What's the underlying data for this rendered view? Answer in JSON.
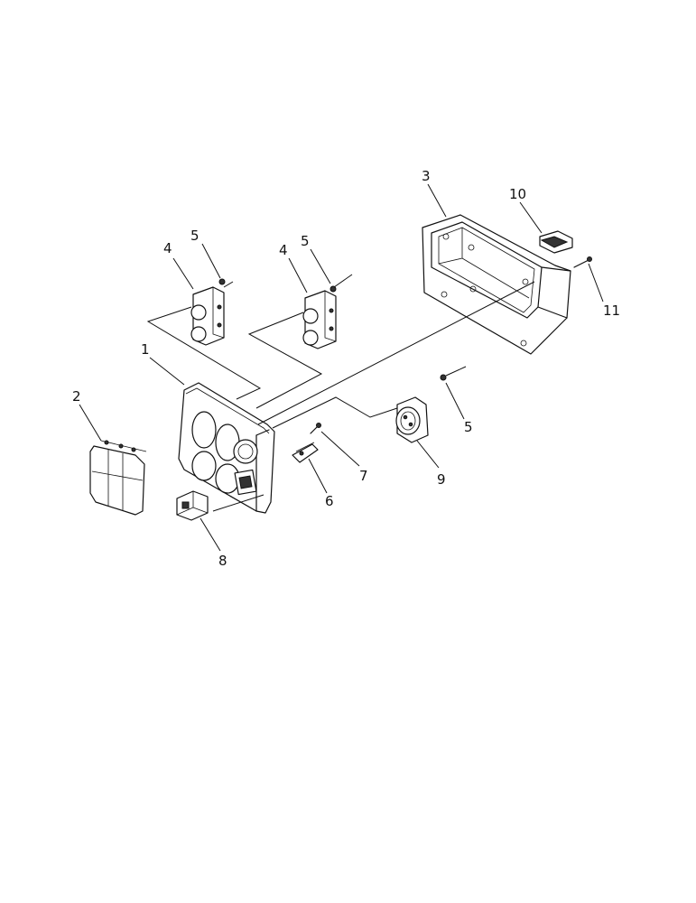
{
  "callouts": [
    {
      "id": "c-3",
      "label": "3"
    },
    {
      "id": "c-10",
      "label": "10"
    },
    {
      "id": "c-11",
      "label": "11"
    },
    {
      "id": "c-5a",
      "label": "5"
    },
    {
      "id": "c-4a",
      "label": "4"
    },
    {
      "id": "c-5b",
      "label": "5"
    },
    {
      "id": "c-4b",
      "label": "4"
    },
    {
      "id": "c-1",
      "label": "1"
    },
    {
      "id": "c-2",
      "label": "2"
    },
    {
      "id": "c-5c",
      "label": "5"
    },
    {
      "id": "c-7",
      "label": "7"
    },
    {
      "id": "c-6",
      "label": "6"
    },
    {
      "id": "c-9",
      "label": "9"
    },
    {
      "id": "c-8",
      "label": "8"
    }
  ]
}
